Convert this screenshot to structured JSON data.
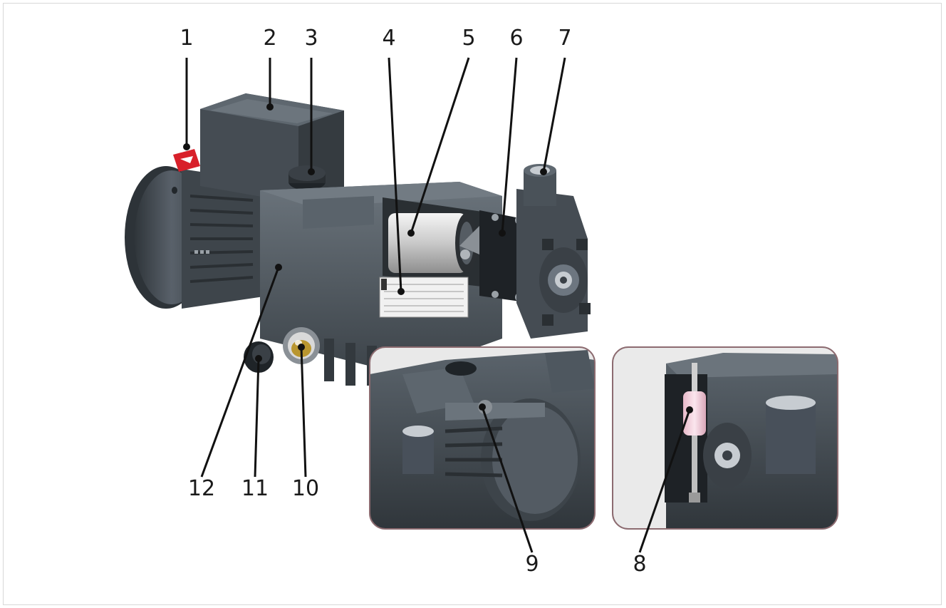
{
  "callouts": [
    {
      "id": "1",
      "label": "1"
    },
    {
      "id": "2",
      "label": "2"
    },
    {
      "id": "3",
      "label": "3"
    },
    {
      "id": "4",
      "label": "4"
    },
    {
      "id": "5",
      "label": "5"
    },
    {
      "id": "6",
      "label": "6"
    },
    {
      "id": "7",
      "label": "7"
    },
    {
      "id": "8",
      "label": "8"
    },
    {
      "id": "9",
      "label": "9"
    },
    {
      "id": "10",
      "label": "10"
    },
    {
      "id": "11",
      "label": "11"
    },
    {
      "id": "12",
      "label": "12"
    }
  ],
  "colors": {
    "body": "#4a5259",
    "body_dark": "#30363b",
    "body_light": "#6a737b",
    "accent_red": "#d8202a",
    "leader": "#111111",
    "inset_border": "#8c6b70",
    "brass": "#b9962f",
    "filter_pink": "#f4d6e0"
  }
}
